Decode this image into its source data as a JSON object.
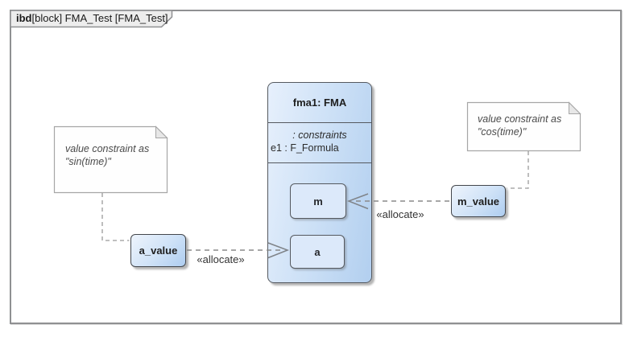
{
  "frame": {
    "label_bold": "ibd",
    "label_rest": "[block] FMA_Test [FMA_Test]"
  },
  "block": {
    "title": "fma1: FMA",
    "compartment_label": ": constraints",
    "constraint_item": "e1 : F_Formula",
    "parts": {
      "m": "m",
      "a": "a"
    }
  },
  "external_parts": {
    "a_value": "a_value",
    "m_value": "m_value"
  },
  "notes": {
    "left": {
      "line1": "value constraint as",
      "line2": "\"sin(time)\""
    },
    "right": {
      "line1": "value constraint as",
      "line2": "\"cos(time)\""
    }
  },
  "connectors": {
    "allocate_a": {
      "label": "«allocate»"
    },
    "allocate_m": {
      "label": "«allocate»"
    }
  },
  "colors": {
    "block_fill_light": "#e7f0fc",
    "block_fill_dark": "#b2cfef",
    "part_fill": "#dce9fa",
    "element_border": "#55595f",
    "connector_gray": "#8f8f8f",
    "note_border": "#a6a6a6",
    "tab_fill": "#ededed",
    "frame_border": "#8f9092"
  }
}
